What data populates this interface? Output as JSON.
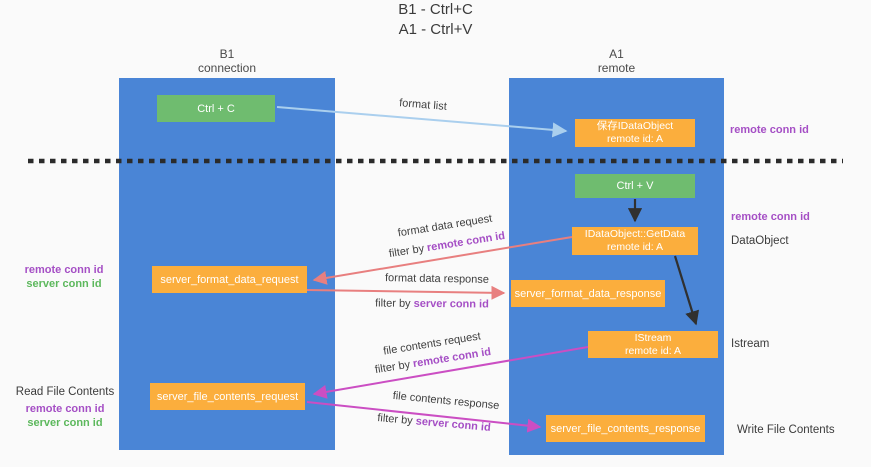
{
  "title": {
    "line1": "B1 - Ctrl+C",
    "line2": "A1 - Ctrl+V"
  },
  "lanes": {
    "left": {
      "name": "B1",
      "role": "connection"
    },
    "right": {
      "name": "A1",
      "role": "remote"
    }
  },
  "boxes": {
    "ctrl_c": {
      "label": "Ctrl + C"
    },
    "save_dataobject": {
      "line1": "保存IDataObject",
      "line2": "remote id: A"
    },
    "ctrl_v": {
      "label": "Ctrl + V"
    },
    "getdata": {
      "line1": "IDataObject::GetData",
      "line2": "remote id: A"
    },
    "format_request": {
      "label": "server_format_data_request"
    },
    "format_response": {
      "label": "server_format_data_response"
    },
    "istream": {
      "line1": "IStream",
      "line2": "remote id: A"
    },
    "file_request": {
      "label": "server_file_contents_request"
    },
    "file_response": {
      "label": "server_file_contents_response"
    }
  },
  "arrows": {
    "format_list": {
      "label": "format list"
    },
    "format_request": {
      "label": "format data request",
      "filter_prefix": "filter by",
      "filter_key": "remote conn id"
    },
    "format_response": {
      "label": "format data response",
      "filter_prefix": "filter by",
      "filter_key": "server conn id"
    },
    "file_request": {
      "label": "file contents request",
      "filter_prefix": "filter by",
      "filter_key": "remote conn id"
    },
    "file_response": {
      "label": "file contents response",
      "filter_prefix": "filter by",
      "filter_key": "server conn id"
    }
  },
  "side_labels": {
    "right_remote_conn_id_top": "remote conn id",
    "right_remote_conn_id_mid": "remote conn id",
    "right_dataobject": "DataObject",
    "right_istream": "Istream",
    "right_write_file_contents": "Write File Contents",
    "left_remote_conn_id_top": "remote conn id",
    "left_server_conn_id_top": "server conn id",
    "left_read_file_contents": "Read File Contents",
    "left_remote_conn_id_bottom": "remote conn id",
    "left_server_conn_id_bottom": "server conn id"
  },
  "colors": {
    "lane_blue": "#4a85d6",
    "box_green": "#6fbc6f",
    "box_orange": "#fbae3d",
    "arrow_lightblue": "#aacfee",
    "arrow_black": "#303030",
    "arrow_salmon": "#e87f7f",
    "arrow_magenta": "#cb4ec3",
    "label_purple": "#a54fc5",
    "label_green": "#5cb85c",
    "dashed_divider": "#2b2b2b"
  }
}
